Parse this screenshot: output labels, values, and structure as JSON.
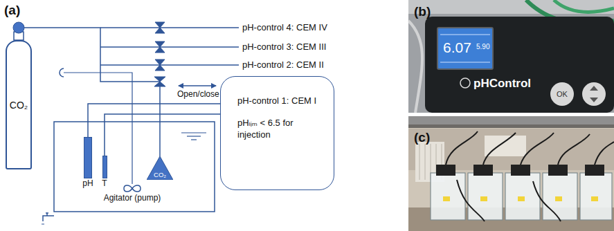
{
  "diagram": {
    "nodes": [
      {
        "text": [
          "CO₂"
        ]
      },
      {
        "text": [
          "pH-control 1: CEM I",
          "pHₗᵢₘ < 6.5 for injection"
        ]
      },
      {
        "text": [
          "pH"
        ]
      },
      {
        "text": [
          "T"
        ]
      },
      {
        "text": [
          "CO₂"
        ]
      },
      {
        "text": [
          "Agitator (pump)"
        ]
      }
    ],
    "edges": [
      {
        "from": 0,
        "to": 4,
        "arrow": "none"
      },
      {
        "from": 2,
        "to": 1,
        "arrow": "none"
      },
      {
        "from": 3,
        "to": 1,
        "arrow": "none"
      }
    ],
    "labels": [
      "(a)",
      "pH-control 4: CEM IV",
      "pH-control 3: CEM III",
      "pH-control 2: CEM II",
      "Open/close",
      "(b)",
      "6.07",
      "5.90",
      "pHControl",
      "OK",
      "(c)"
    ]
  }
}
